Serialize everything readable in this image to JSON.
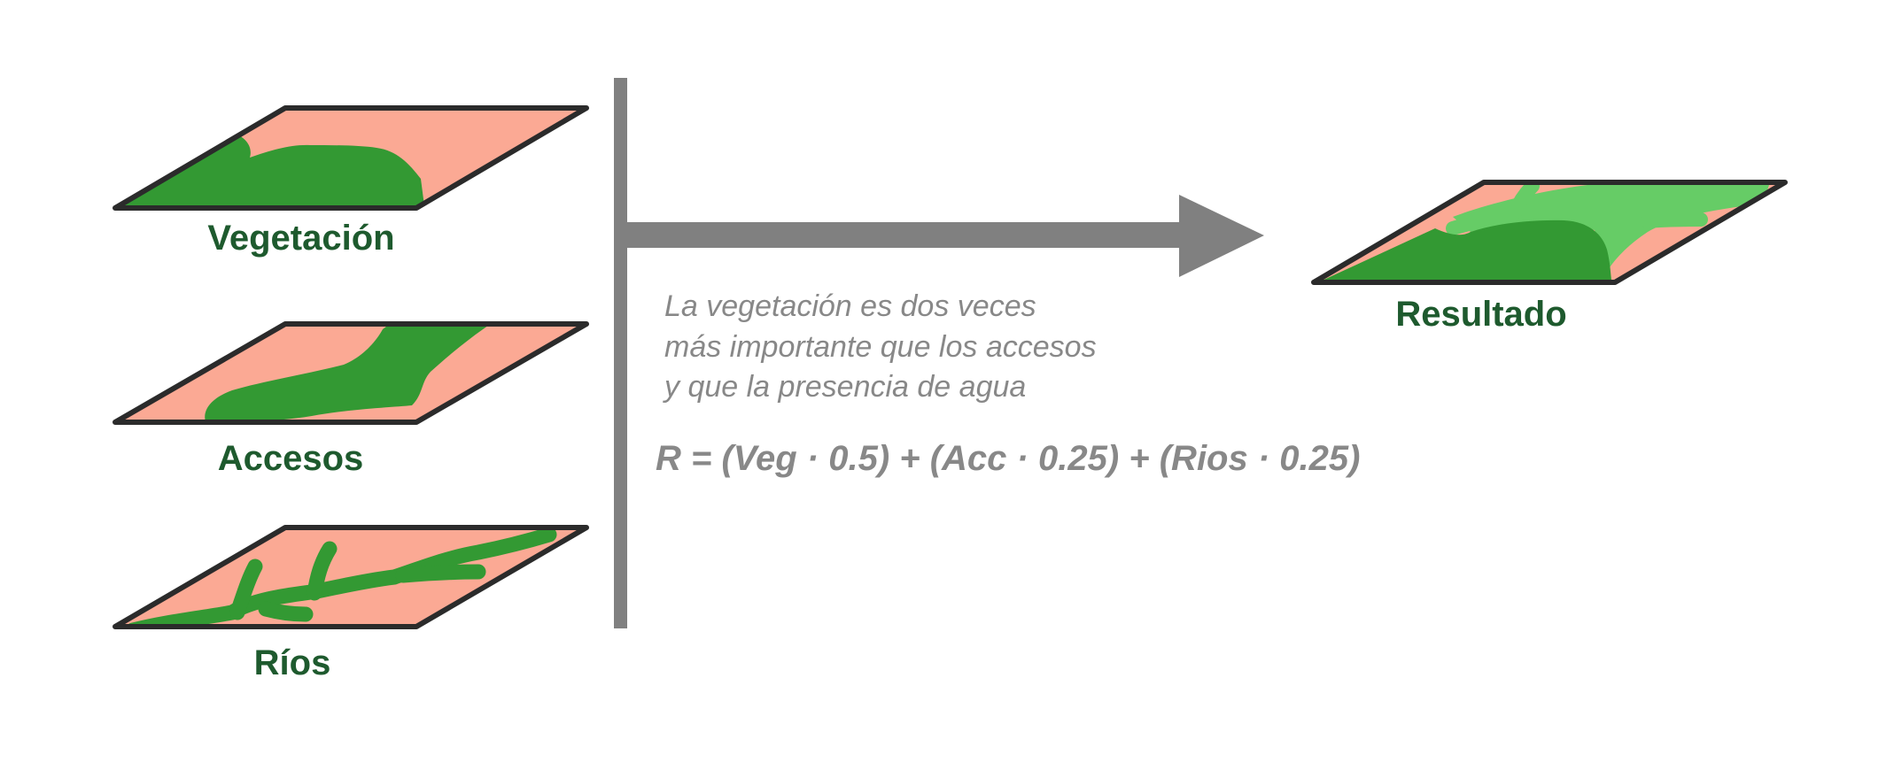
{
  "layers": [
    {
      "label": "Vegetación"
    },
    {
      "label": "Accesos"
    },
    {
      "label": "Ríos"
    }
  ],
  "result": {
    "label": "Resultado"
  },
  "description": {
    "lines": [
      "La vegetación es dos veces",
      "más importante que los accesos",
      "y que la presencia de agua"
    ]
  },
  "formula": "R = (Veg · 0.5) + (Acc · 0.25) + (Rios · 0.25)",
  "colors": {
    "map_fill": "#fba994",
    "vegetation": "#339933",
    "vegetation_light": "#66cc66",
    "outline": "#2b2b2b",
    "label_green": "#1e5a2e",
    "gray": "#808080"
  }
}
